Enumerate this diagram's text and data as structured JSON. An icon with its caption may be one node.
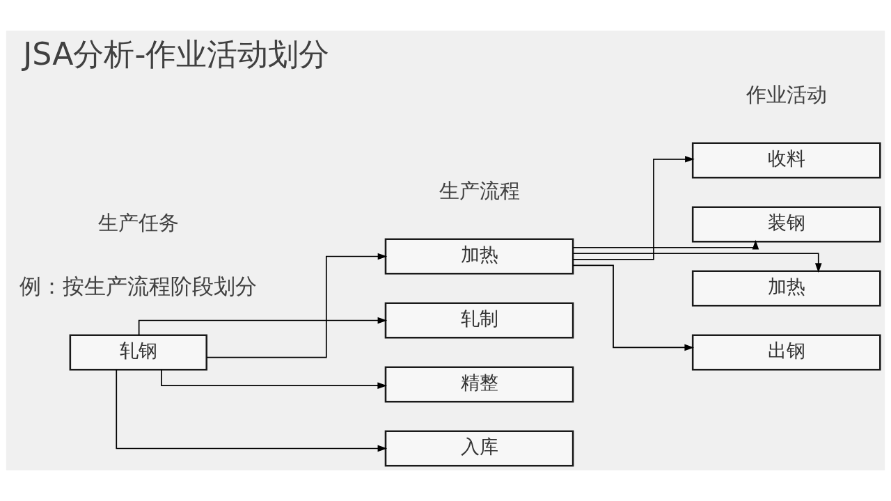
{
  "diagram": {
    "title": "JSA分析-作业活动划分",
    "nodes": [
      {
        "text": [
          "轧钢"
        ]
      },
      {
        "text": [
          "加热"
        ]
      },
      {
        "text": [
          "轧制"
        ]
      },
      {
        "text": [
          "精整"
        ]
      },
      {
        "text": [
          "入库"
        ]
      },
      {
        "text": [
          "收料"
        ]
      },
      {
        "text": [
          "装钢"
        ]
      },
      {
        "text": [
          "加热"
        ]
      },
      {
        "text": [
          "出钢"
        ]
      }
    ],
    "edges": [
      {
        "from": 0,
        "to": 1,
        "arrow": "to"
      },
      {
        "from": 0,
        "to": 2,
        "arrow": "to"
      },
      {
        "from": 0,
        "to": 3,
        "arrow": "to"
      },
      {
        "from": 0,
        "to": 4,
        "arrow": "to"
      },
      {
        "from": 1,
        "to": 5,
        "arrow": "to"
      },
      {
        "from": 1,
        "to": 6,
        "arrow": "to"
      },
      {
        "from": 1,
        "to": 7,
        "arrow": "to"
      },
      {
        "from": 1,
        "to": 8,
        "arrow": "to"
      }
    ],
    "labels": [
      "例：按生产流程阶段划分",
      "生产任务",
      "生产流程",
      "作业活动"
    ]
  }
}
